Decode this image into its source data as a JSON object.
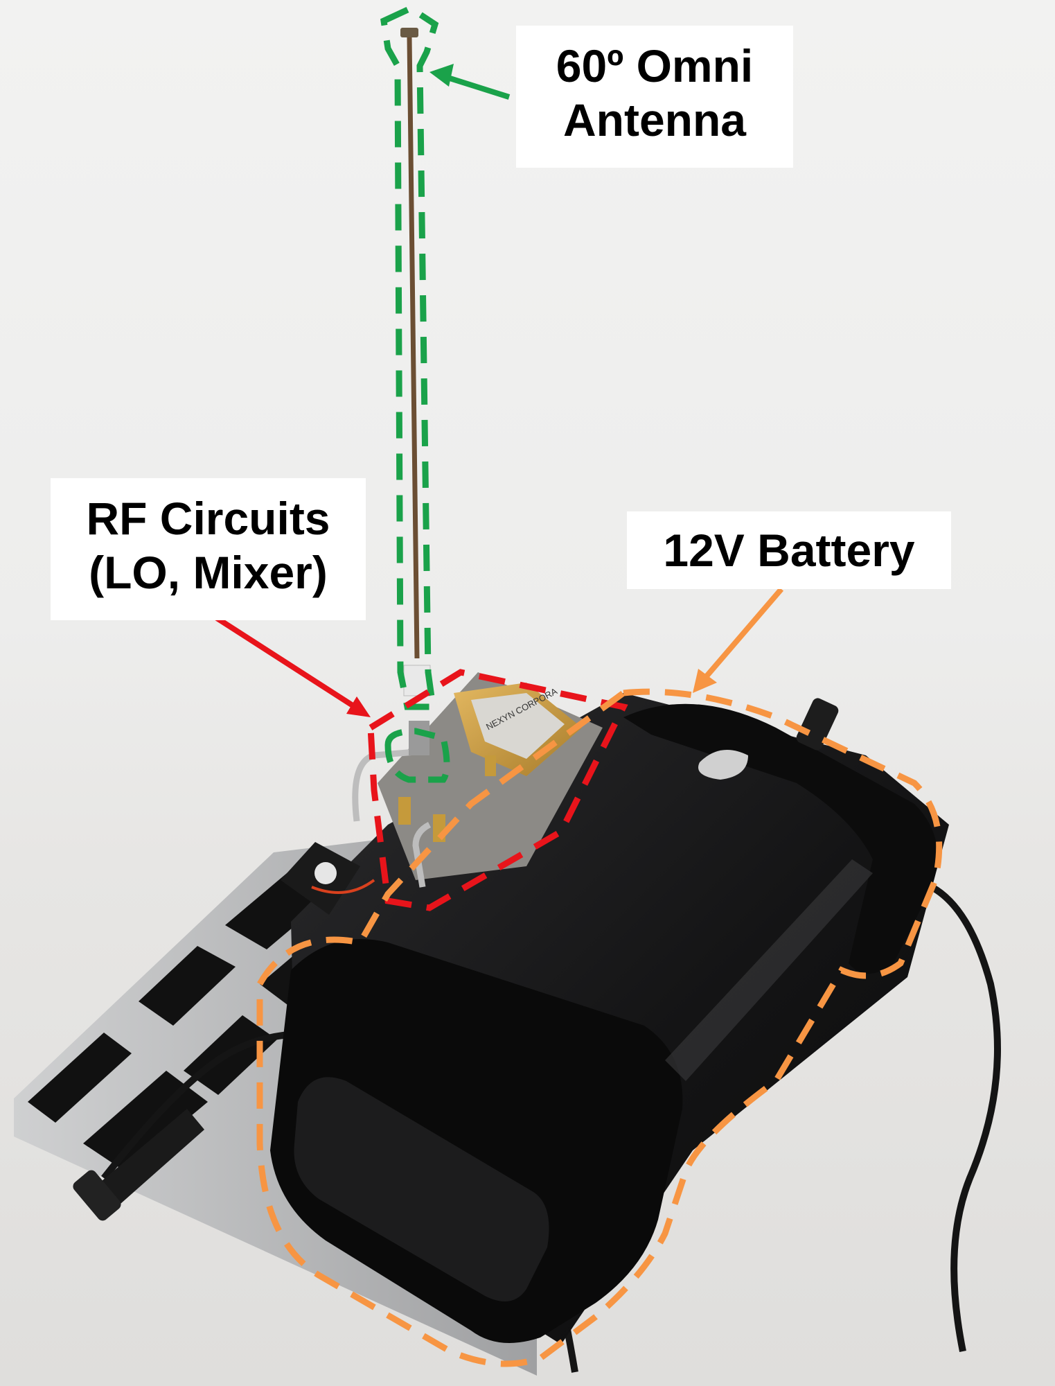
{
  "annotations": {
    "antenna": {
      "line1": "60º Omni",
      "line2": "Antenna",
      "color": "#1aa24a"
    },
    "rf_circuits": {
      "line1": "RF Circuits",
      "line2": "(LO, Mixer)",
      "color": "#e8141b"
    },
    "battery": {
      "line1": "12V Battery",
      "color": "#f79543"
    }
  },
  "icons": [
    "antenna-icon",
    "rf-module-icon",
    "battery-icon",
    "cable-icon",
    "velcro-strap-icon"
  ]
}
